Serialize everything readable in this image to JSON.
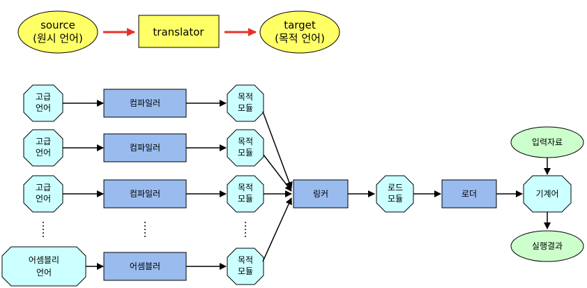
{
  "top_flow": {
    "source_line1": "source",
    "source_line2": "(원시 언어)",
    "translator": "translator",
    "target_line1": "target",
    "target_line2": "(목적 언어)"
  },
  "rows": [
    {
      "lang_line1": "고급",
      "lang_line2": "언어",
      "tool": "컴파일러",
      "module_line1": "목적",
      "module_line2": "모듈"
    },
    {
      "lang_line1": "고급",
      "lang_line2": "언어",
      "tool": "컴파일러",
      "module_line1": "목적",
      "module_line2": "모듈"
    },
    {
      "lang_line1": "고급",
      "lang_line2": "언어",
      "tool": "컴파일러",
      "module_line1": "목적",
      "module_line2": "모듈"
    },
    {
      "lang_line1": "어셈블리",
      "lang_line2": "언어",
      "tool": "어셈블러",
      "module_line1": "목적",
      "module_line2": "모듈"
    }
  ],
  "linker": "링커",
  "load_module_line1": "로드",
  "load_module_line2": "모듈",
  "loader": "로더",
  "machine_language": "기계어",
  "input_data": "입력자료",
  "execution_result": "실행결과",
  "colors": {
    "ellipse_yellow": "#ffff66",
    "box_yellow": "#ffff66",
    "arrow_red": "#e8302a",
    "octagon_cyan": "#ccffff",
    "box_blue": "#99bbee",
    "ellipse_green": "#ccffcc"
  }
}
